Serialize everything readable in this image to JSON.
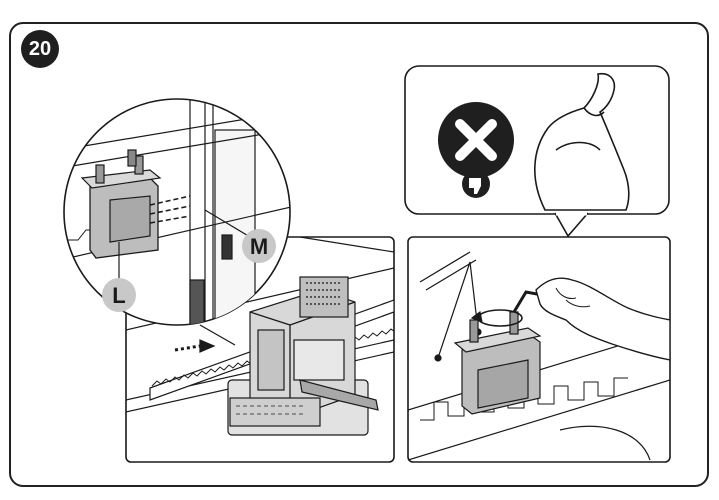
{
  "step": {
    "number": "20"
  },
  "callouts": {
    "L": "L",
    "M": "M"
  },
  "icons": {
    "forbidden": "x-icon",
    "thumb": "thumbs-down-icon",
    "strength": "flexed-arm-icon",
    "rotation": "rotation-arrow-icon"
  },
  "colors": {
    "line": "#1a1a1a",
    "gray": "#8c8c8c",
    "light_gray": "#c8c8c8",
    "badge_bg": "#1f1f1f"
  }
}
